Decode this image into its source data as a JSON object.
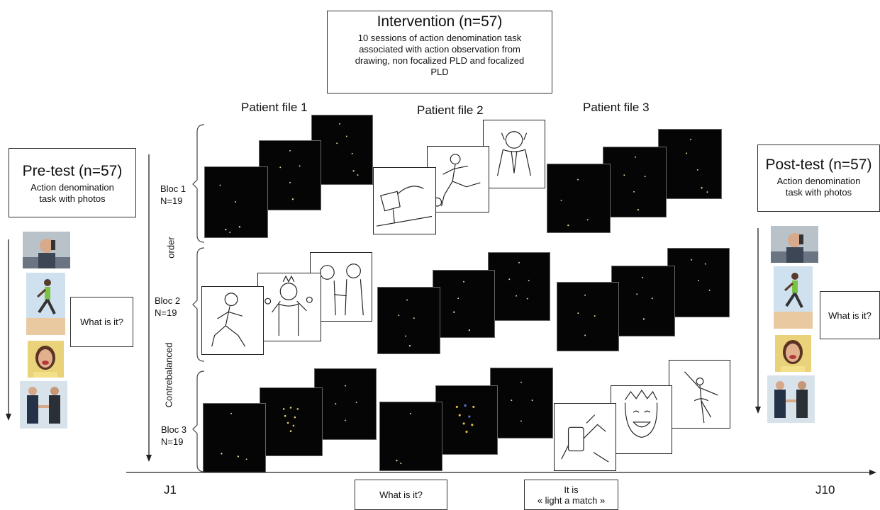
{
  "intervention": {
    "title": "Intervention (n=57)",
    "line1": "10 sessions of action denomination task",
    "line2": "associated with action observation from",
    "line3": "drawing, non focalized PLD and focalized",
    "line4": "PLD"
  },
  "patient_files": [
    "Patient file 1",
    "Patient file 2",
    "Patient file 3"
  ],
  "pretest": {
    "title": "Pre-test (n=57)",
    "line1": "Action denomination",
    "line2": "task with photos"
  },
  "posttest": {
    "title": "Post-test (n=57)",
    "line1": "Action denomination",
    "line2": "task with photos"
  },
  "blocs": [
    {
      "name": "Bloc 1",
      "n": "N=19"
    },
    {
      "name": "Bloc 2",
      "n": "N=19"
    },
    {
      "name": "Bloc 3",
      "n": "N=19"
    }
  ],
  "vertical": {
    "top": "order",
    "bottom": "Contrebalanced"
  },
  "question": "What is it?",
  "answer": {
    "line1": "It is",
    "line2": "« light a match »"
  },
  "timeline": {
    "start": "J1",
    "end": "J10"
  },
  "icons": [
    "pld-frame-icon",
    "line-drawing-icon",
    "action-photo-icon",
    "arrow-icon"
  ]
}
